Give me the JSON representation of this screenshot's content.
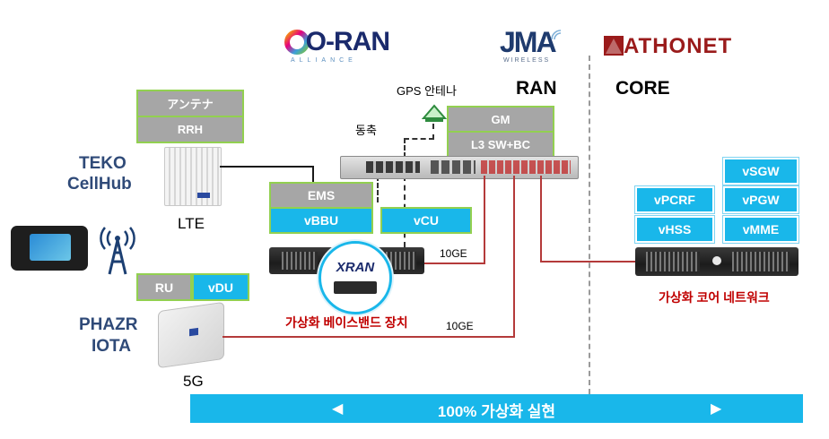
{
  "logos": {
    "oran_main": "O-RAN",
    "oran_sub": "ALLIANCE",
    "jma_main": "JMA",
    "jma_sub": "WIRELESS",
    "athonet": "ATHONET",
    "teko_line1": "TEKO",
    "teko_line2": "CellHub",
    "phazr_line1": "PHAZR",
    "phazr_line2": "IOTA",
    "xran": "XRAN"
  },
  "sections": {
    "ran": "RAN",
    "core": "CORE"
  },
  "lte_stack": {
    "antenna": "アンテナ",
    "rrh": "RRH",
    "label": "LTE"
  },
  "fiveg_stack": {
    "ru": "RU",
    "vdu": "vDU",
    "label": "5G"
  },
  "gps": {
    "label": "GPS 안테나",
    "coax": "동축"
  },
  "switch_stack": {
    "gm": "GM",
    "l3": "L3 SW+BC"
  },
  "baseband": {
    "ems": "EMS",
    "vbbu": "vBBU",
    "vcu": "vCU",
    "caption": "가상화 베이스밴드 장치"
  },
  "links": {
    "link1": "10GE",
    "link2": "10GE"
  },
  "core": {
    "vsgw": "vSGW",
    "vpcrf": "vPCRF",
    "vpgw": "vPGW",
    "vhss": "vHSS",
    "vmme": "vMME",
    "caption": "가상화 코어 네트워크"
  },
  "banner": {
    "text": "100% 가상화 실현",
    "left_arrow": "◀",
    "right_arrow": "▶"
  },
  "colors": {
    "accent_blue": "#19b7ea",
    "box_gray": "#a6a6a6",
    "box_border": "#92d050",
    "link_red": "#b43a3a",
    "caption_red": "#c00000",
    "brand_navy": "#1f3b6e"
  }
}
